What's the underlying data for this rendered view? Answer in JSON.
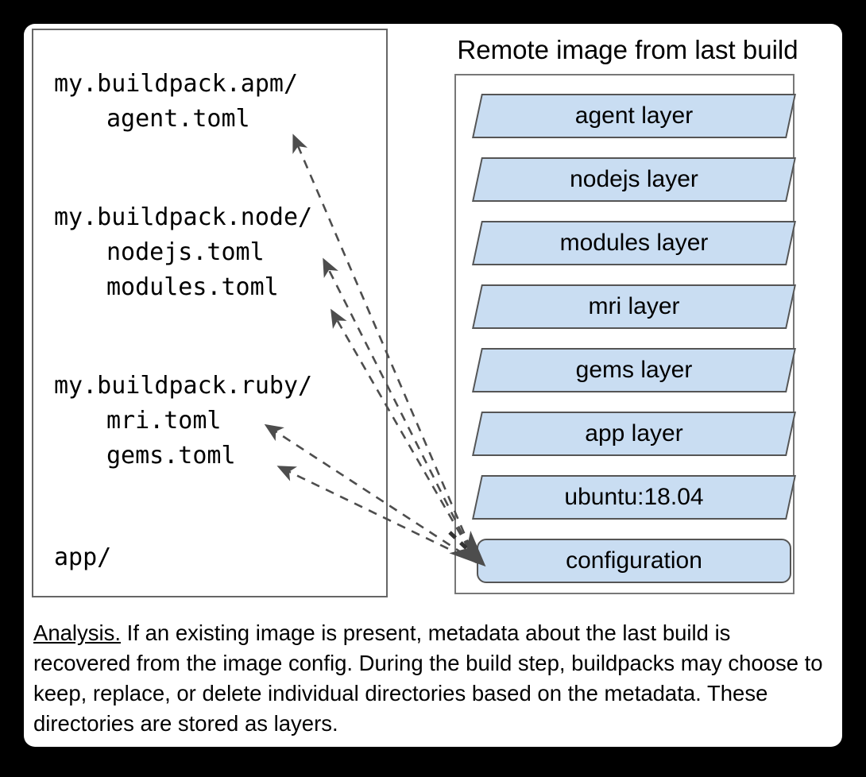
{
  "diagram": {
    "title": "Remote image from last build",
    "left_panel": {
      "lines": [
        {
          "text": "my.buildpack.apm/",
          "indent": 0
        },
        {
          "text": "agent.toml",
          "indent": 1
        },
        {
          "text": "my.buildpack.node/",
          "indent": 0
        },
        {
          "text": "nodejs.toml",
          "indent": 1
        },
        {
          "text": "modules.toml",
          "indent": 1
        },
        {
          "text": "my.buildpack.ruby/",
          "indent": 0
        },
        {
          "text": "mri.toml",
          "indent": 1
        },
        {
          "text": "gems.toml",
          "indent": 1
        },
        {
          "text": "app/",
          "indent": 0
        }
      ]
    },
    "layers": [
      {
        "label": "agent layer",
        "shape": "parallelogram"
      },
      {
        "label": "nodejs layer",
        "shape": "parallelogram"
      },
      {
        "label": "modules layer",
        "shape": "parallelogram"
      },
      {
        "label": "mri layer",
        "shape": "parallelogram"
      },
      {
        "label": "gems layer",
        "shape": "parallelogram"
      },
      {
        "label": "app layer",
        "shape": "parallelogram"
      },
      {
        "label": "ubuntu:18.04",
        "shape": "parallelogram"
      },
      {
        "label": "configuration",
        "shape": "rounded-rect"
      }
    ],
    "colors": {
      "layer_fill": "#c9ddf2",
      "layer_stroke": "#555555",
      "box_stroke": "#777777",
      "backdrop": "#000000",
      "card": "#ffffff",
      "arrow": "#4d4d4d"
    },
    "arrows": [
      {
        "from": "configuration",
        "to": "agent.toml"
      },
      {
        "from": "configuration",
        "to": "nodejs.toml"
      },
      {
        "from": "configuration",
        "to": "modules.toml"
      },
      {
        "from": "configuration",
        "to": "mri.toml"
      },
      {
        "from": "configuration",
        "to": "gems.toml"
      }
    ],
    "caption": {
      "lead": "Analysis.",
      "body": " If an existing image is present, metadata about the last build is recovered from the image config. During the build step, buildpacks may choose to keep, replace, or delete individual directories based on the metadata. These directories are stored as layers."
    }
  }
}
